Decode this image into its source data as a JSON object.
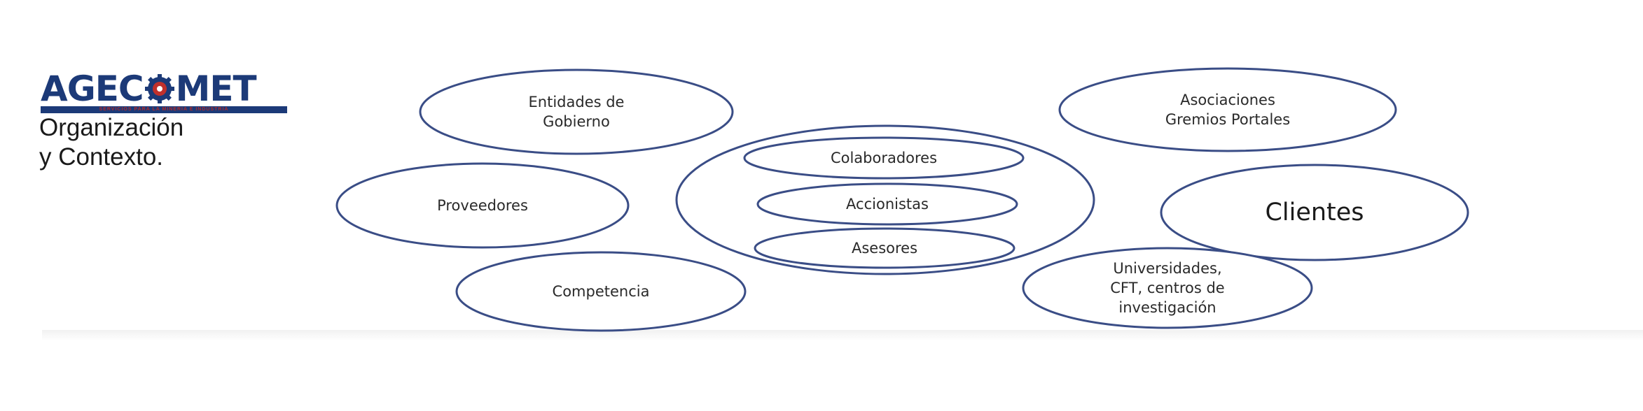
{
  "logo": {
    "name": "AGECOMET",
    "tagline": "SERVICIOS PARA LA MINERIA E INDUSTRIA"
  },
  "title": {
    "line1": "Organización",
    "line2": "y Contexto."
  },
  "nodes": {
    "entidades": [
      "Entidades de",
      "Gobierno"
    ],
    "proveedores": [
      "Proveedores"
    ],
    "competencia": [
      "Competencia"
    ],
    "colaboradores": [
      "Colaboradores"
    ],
    "accionistas": [
      "Accionistas"
    ],
    "asesores": [
      "Asesores"
    ],
    "asociaciones": [
      "Asociaciones",
      "Gremios Portales"
    ],
    "clientes": [
      "Clientes"
    ],
    "universidades": [
      "Universidades,",
      "CFT, centros de",
      "investigación"
    ]
  },
  "colors": {
    "ellipse_stroke": "#3a4d86",
    "logo_blue": "#1c3a78",
    "logo_red": "#c0302c"
  }
}
